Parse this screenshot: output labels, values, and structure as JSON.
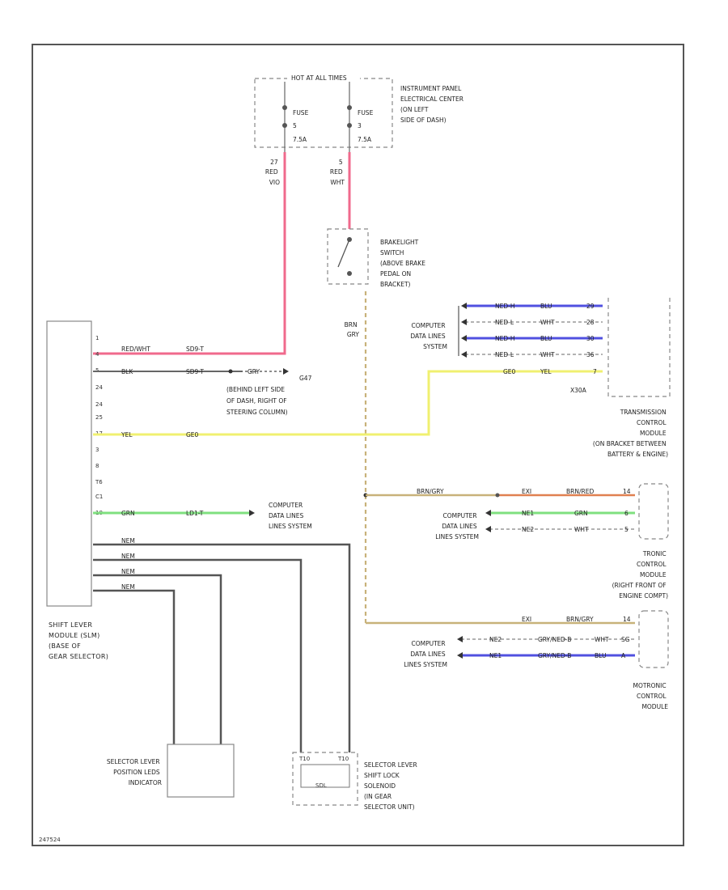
{
  "header": {
    "hot_label": "HOT AT ALL TIMES"
  },
  "fuses": {
    "fuse1_label": "FUSE",
    "fuse1_num": "5",
    "fuse1_amp": "7.5A",
    "fuse2_label": "FUSE",
    "fuse2_num": "3",
    "fuse2_amp": "7.5A"
  },
  "ipec": [
    "INSTRUMENT PANEL",
    "ELECTRICAL CENTER",
    "(ON LEFT",
    "SIDE OF DASH)"
  ],
  "wires_top": {
    "w1_pin": "27",
    "w1_color": "RED",
    "w1_circuit": "VIO",
    "w2_pin": "5",
    "w2_color": "RED",
    "w2_circuit": "WHT"
  },
  "brake_switch": [
    "BRAKELIGHT",
    "SWITCH",
    "(ABOVE BRAKE",
    "PEDAL ON",
    "BRACKET)"
  ],
  "brake_wire": {
    "color": "BRN",
    "circuit": "GRY"
  },
  "slm": {
    "pins": [
      "1",
      "4",
      "5",
      "24",
      "24",
      "25",
      "17",
      "3",
      "8",
      "T6",
      "C1",
      "18"
    ],
    "title": [
      "SHIFT LEVER",
      "MODULE (SLM)",
      "(BASE OF",
      "GEAR SELECTOR)"
    ]
  },
  "slm_wires": {
    "red_color": "RED/WHT",
    "red_circuit": "SD9-T",
    "blk_color": "BLK",
    "blk_circuit": "SD9-T",
    "gry": "GRY",
    "yel_color": "YEL",
    "yel_circuit": "GE0",
    "grn_color": "GRN",
    "grn_circuit": "LD1-T",
    "ned": [
      "NEM",
      "NEM",
      "NEM",
      "NEM"
    ]
  },
  "ground": {
    "id": "G47",
    "desc": [
      "(BEHIND LEFT SIDE",
      "OF DASH, RIGHT OF",
      "STEERING COLUMN)"
    ]
  },
  "cdl_top": {
    "label": [
      "COMPUTER",
      "DATA LINES",
      "SYSTEM"
    ],
    "rows": [
      {
        "id": "NED-H",
        "color": "BLU",
        "pin": "29"
      },
      {
        "id": "NED-L",
        "color": "WHT",
        "pin": "28"
      },
      {
        "id": "NED-H",
        "color": "BLU",
        "pin": "30"
      },
      {
        "id": "NED-L",
        "color": "WHT",
        "pin": "36"
      }
    ]
  },
  "tcm": {
    "yel_circuit": "GE0",
    "yel_color": "YEL",
    "yel_pin": "7",
    "connector": "X30A",
    "title": [
      "TRANSMISSION",
      "CONTROL",
      "MODULE",
      "(ON BRACKET BETWEEN",
      "BATTERY & ENGINE)"
    ]
  },
  "cdl_left": {
    "label": [
      "COMPUTER",
      "DATA LINES",
      "LINES SYSTEM"
    ]
  },
  "ecm": {
    "brn_color": "BRN/GRY",
    "brn_circuit": "EXI",
    "brn_color2": "BRN/RED",
    "brn_pin": "14",
    "rows": [
      {
        "id": "NE1",
        "color": "GRN",
        "pin": "6"
      },
      {
        "id": "NE2",
        "color": "WHT",
        "pin": "5"
      }
    ],
    "label": [
      "COMPUTER",
      "DATA LINES",
      "LINES SYSTEM"
    ],
    "title": [
      "TRONIC",
      "CONTROL",
      "MODULE",
      "(RIGHT FRONT OF",
      "ENGINE COMPT)"
    ]
  },
  "bcm": {
    "brn_circuit": "EXI",
    "brn_color": "BRN/GRY",
    "brn_pin": "14",
    "rows": [
      {
        "id": "NE2",
        "color": "GRY/NED-B",
        "extra": "WHT",
        "pin": "SG"
      },
      {
        "id": "NE1",
        "color": "GRY/NED-B",
        "extra": "BLU",
        "pin": "A"
      }
    ],
    "label": [
      "COMPUTER",
      "DATA LINES",
      "LINES SYSTEM"
    ],
    "title": [
      "MOTRONIC",
      "CONTROL",
      "MODULE"
    ]
  },
  "selector_led": [
    "SELECTOR LEVER",
    "POSITION LEDS",
    "INDICATOR"
  ],
  "shift_lock": {
    "pin_left": "T10",
    "pin_right": "T10",
    "component": "SDL",
    "title": [
      "SELECTOR LEVER",
      "SHIFT LOCK",
      "SOLENOID",
      "(IN GEAR",
      "SELECTOR UNIT)"
    ]
  },
  "footer": {
    "code": "247524"
  },
  "colors": {
    "red": "#f06a8c",
    "yellow": "#f0f070",
    "green": "#7fe07f",
    "blue": "#5050e0",
    "brown": "#c8b27a",
    "grey": "#777777"
  }
}
